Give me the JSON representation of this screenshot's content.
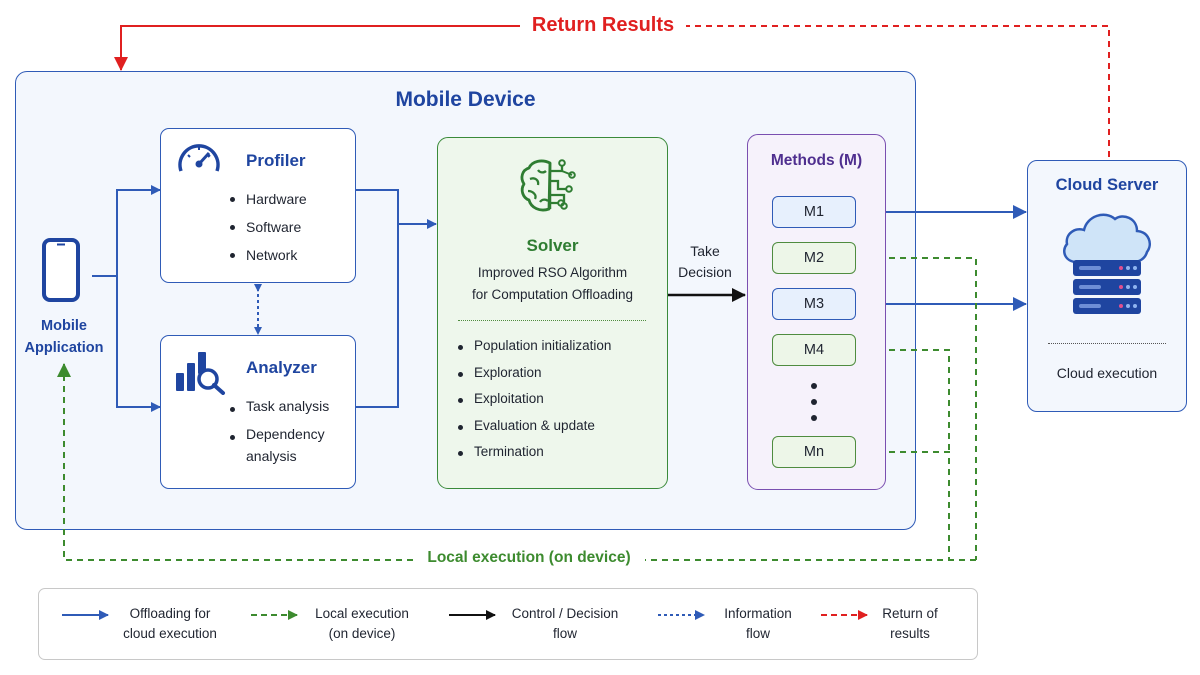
{
  "diagram": {
    "top_label": "Return Results",
    "bottom_label": "Local execution (on device)",
    "take_decision": "Take\nDecision"
  },
  "device": {
    "title": "Mobile Device",
    "app_label": "Mobile\nApplication"
  },
  "profiler": {
    "title": "Profiler",
    "items": [
      "Hardware",
      "Software",
      "Network"
    ]
  },
  "analyzer": {
    "title": "Analyzer",
    "items": [
      "Task analysis",
      "Dependency\nanalysis"
    ]
  },
  "solver": {
    "title": "Solver",
    "subtitle": "Improved RSO Algorithm\nfor Computation Offloading",
    "steps": [
      "Population initialization",
      "Exploration",
      "Exploitation",
      "Evaluation & update",
      "Termination"
    ]
  },
  "methods": {
    "title": "Methods (M)",
    "items": [
      {
        "label": "M1",
        "kind": "offload"
      },
      {
        "label": "M2",
        "kind": "local"
      },
      {
        "label": "M3",
        "kind": "offload"
      },
      {
        "label": "M4",
        "kind": "local"
      },
      {
        "label": "Mn",
        "kind": "local"
      }
    ]
  },
  "cloud": {
    "title": "Cloud Server",
    "label": "Cloud execution"
  },
  "legend": [
    {
      "label": "Offloading for\ncloud execution",
      "style": "solid",
      "color": "#2f5bb7"
    },
    {
      "label": "Local execution\n(on device)",
      "style": "dashed",
      "color": "#3d8b2f"
    },
    {
      "label": "Control / Decision\nflow",
      "style": "solid",
      "color": "#111111"
    },
    {
      "label": "Information\nflow",
      "style": "dotted",
      "color": "#2f5bb7"
    },
    {
      "label": "Return of\nresults",
      "style": "dashed",
      "color": "#e02020"
    }
  ],
  "colors": {
    "offload": "#2f5bb7",
    "local": "#3d8b2f",
    "control": "#111111",
    "return": "#e02020",
    "methods": "#7a4fb0"
  },
  "icons": {
    "app": "smartphone-icon",
    "profiler": "speedometer-icon",
    "analyzer": "bar-chart-magnifier-icon",
    "solver": "brain-circuit-icon",
    "cloud": "cloud-server-icon"
  }
}
